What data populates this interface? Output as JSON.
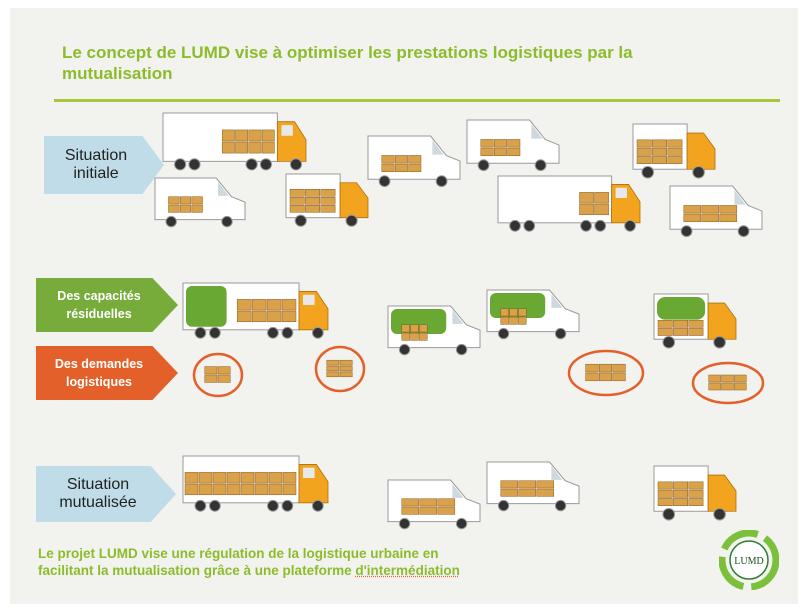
{
  "title_line1": "Le concept de LUMD vise à optimiser les prestations logistiques par la",
  "title_line2": "mutualisation",
  "labels": {
    "initial_line1": "Situation",
    "initial_line2": "initiale",
    "capacities_line1": "Des capacités",
    "capacities_line2": "résiduelles",
    "demands_line1": "Des demandes",
    "demands_line2": "logistiques",
    "mutualised_line1": "Situation",
    "mutualised_line2": "mutualisée"
  },
  "bottom_line1": "Le projet LUMD  vise une régulation de la logistique urbaine en",
  "bottom_line2_start": "facilitant la mutualisation grâce à une plateforme ",
  "bottom_line2_link": "d'intermédiation",
  "logo_text": "LUMD",
  "colors": {
    "title_green": "#8cbc2c",
    "label_blue": "#bfdce8",
    "label_green": "#77ab3a",
    "label_orange": "#e4602a",
    "cab_orange": "#f2a41e",
    "fill_green": "#6aa834",
    "box_tan": "#d9a24a",
    "circle_orange": "#e4602a"
  },
  "icons": {
    "vehicle": "truck-icon",
    "van": "van-icon",
    "demand": "parcel-stack-icon",
    "logo": "recycle-logo-icon"
  }
}
